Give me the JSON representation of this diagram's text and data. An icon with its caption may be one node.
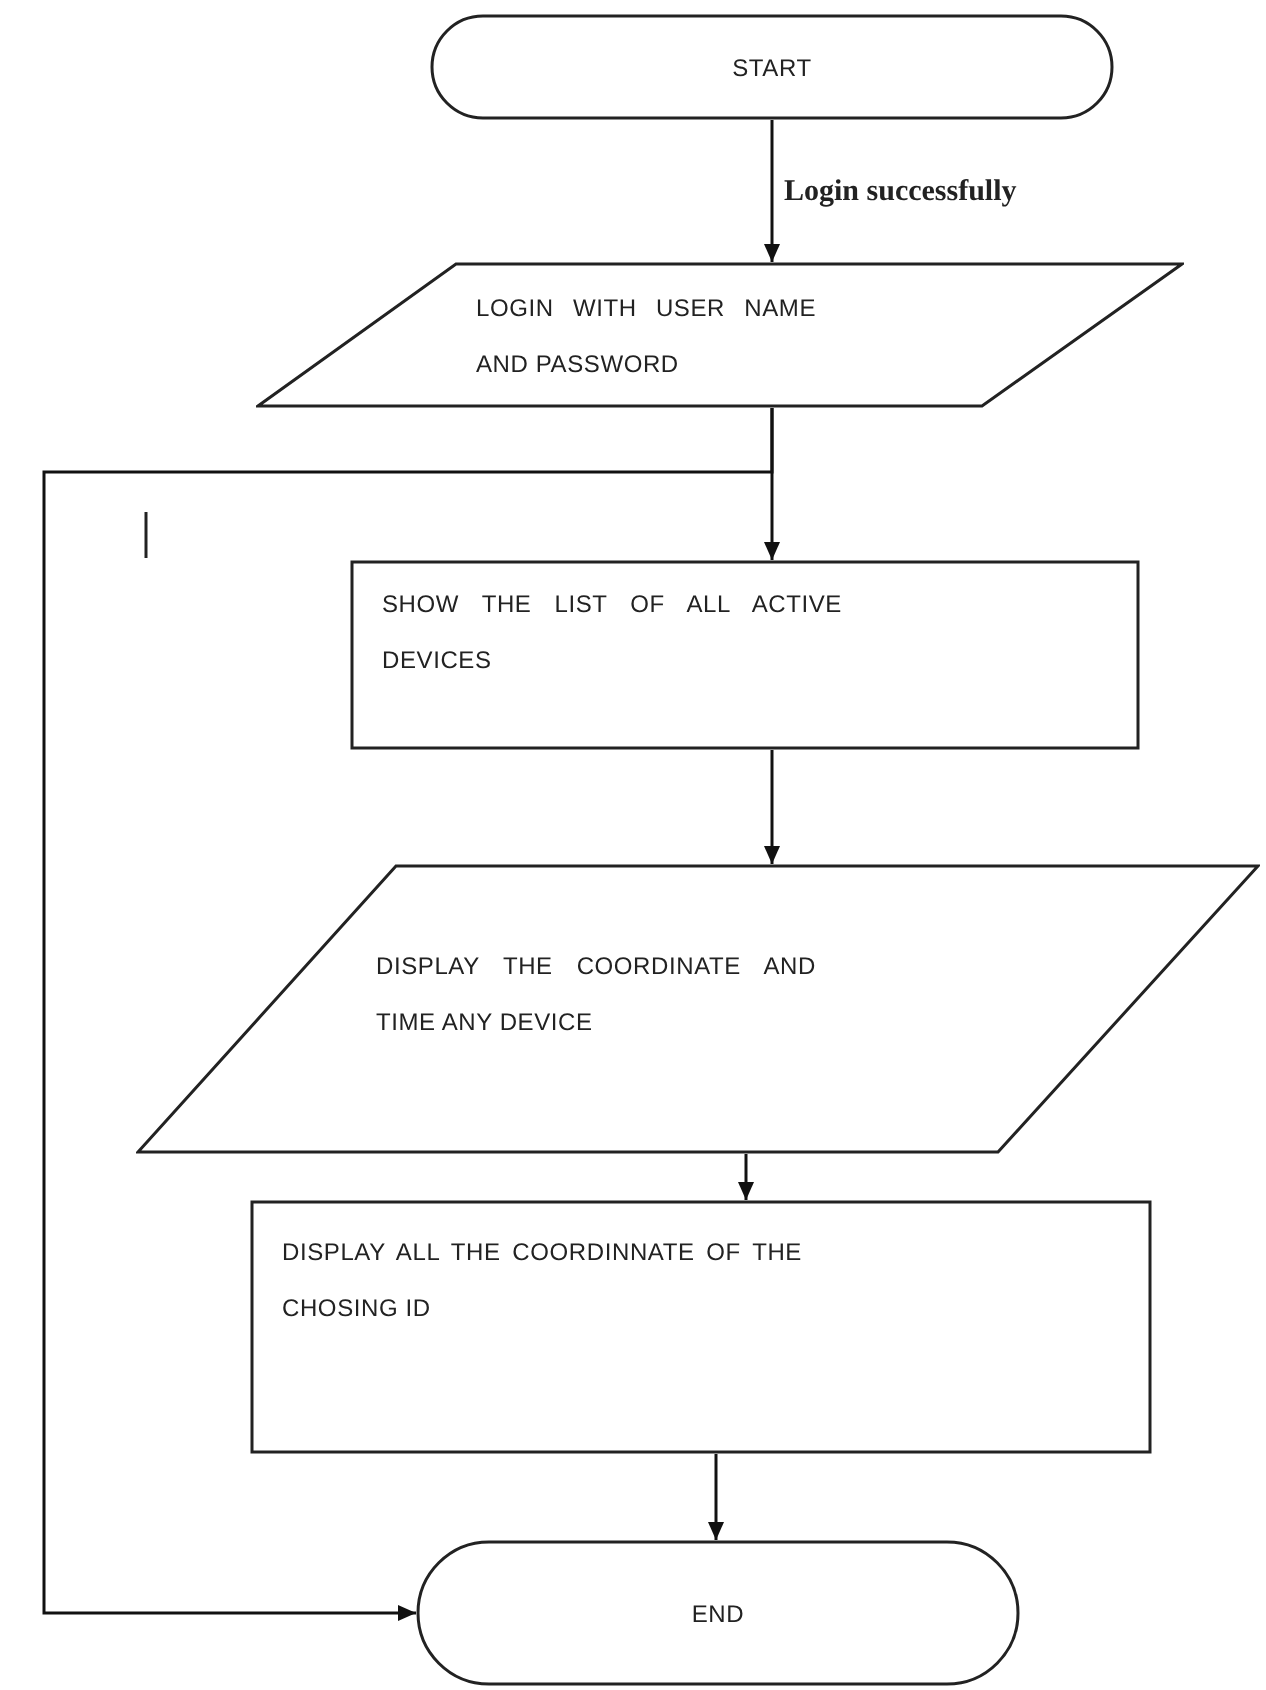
{
  "diagram": {
    "nodes": [
      {
        "text": [
          "START"
        ]
      },
      {
        "text": [
          "LOGIN WITH USER NAME AND PASSWORD"
        ]
      },
      {
        "text": [
          "SHOW THE LIST OF ALL ACTIVE DEVICES"
        ]
      },
      {
        "text": [
          "DISPLAY THE COORDINATE AND TIME ANY DEVICE"
        ]
      },
      {
        "text": [
          "DISPLAY ALL THE COORDINNATE OF THE CHOSING ID"
        ]
      },
      {
        "text": [
          "END"
        ]
      }
    ],
    "edges": [
      {
        "from": 0,
        "to": 1,
        "arrow": "to",
        "label": "Login successfully"
      },
      {
        "from": 1,
        "to": 2,
        "arrow": "to"
      },
      {
        "from": 1,
        "to": 5,
        "arrow": "to"
      },
      {
        "from": 2,
        "to": 3,
        "arrow": "to"
      },
      {
        "from": 3,
        "to": 4,
        "arrow": "to"
      },
      {
        "from": 4,
        "to": 5,
        "arrow": "to"
      }
    ]
  }
}
